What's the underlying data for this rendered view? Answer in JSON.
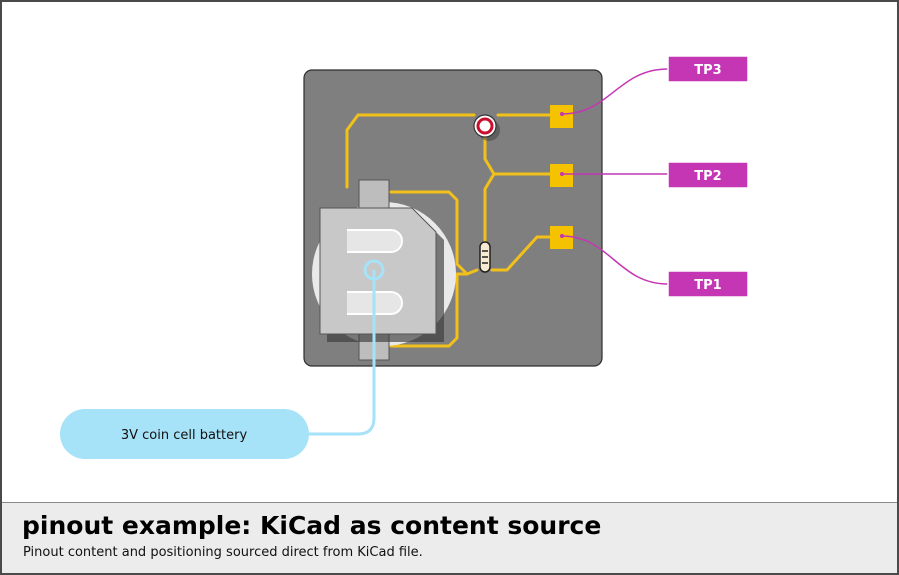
{
  "pinout": {
    "labels": [
      {
        "id": "tp3",
        "text": "TP3"
      },
      {
        "id": "tp2",
        "text": "TP2"
      },
      {
        "id": "tp1",
        "text": "TP1"
      },
      {
        "id": "battery",
        "text": "3V coin cell battery"
      }
    ]
  },
  "footer": {
    "title": "pinout example: KiCad as content source",
    "subtitle": "Pinout content and positioning sourced direct from KiCad file."
  },
  "colors": {
    "board": "#7f7f7f",
    "trace": "#f2c01a",
    "pad": "#f5c200",
    "test_point_label": "#c436b4",
    "battery_label": "#a6e2f8",
    "frame_border": "#4a4a4a",
    "footer_background": "#ececec"
  }
}
